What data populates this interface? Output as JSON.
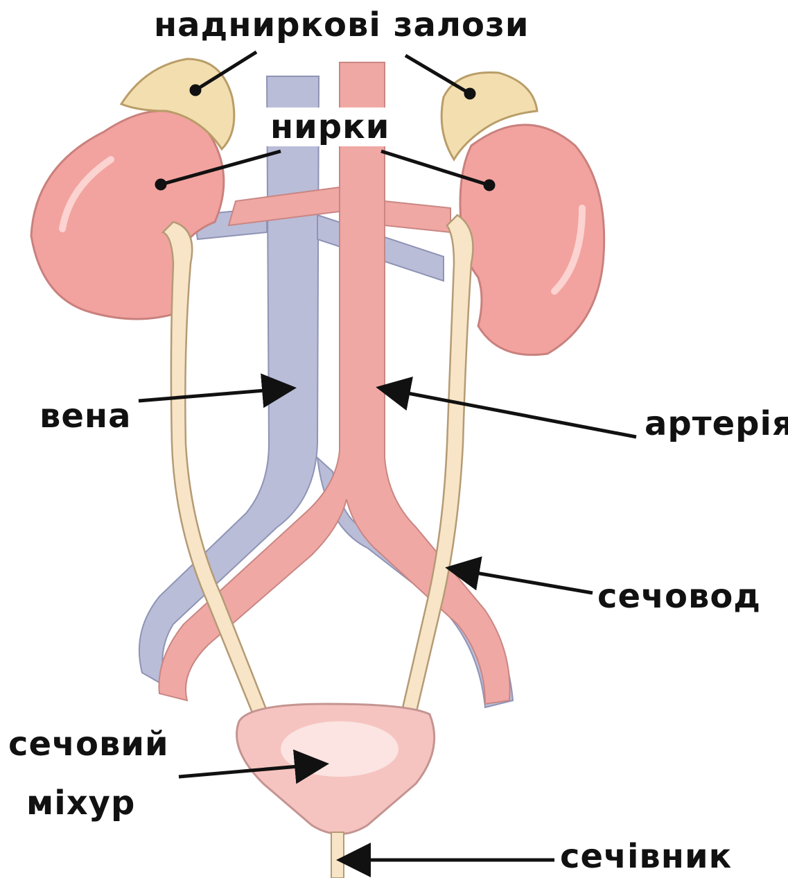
{
  "labels": {
    "adrenal_glands": "надниркові залози",
    "kidneys": "нирки",
    "vein": "вена",
    "artery": "артерія",
    "ureter": "сечовод",
    "bladder_line1": "сечовий",
    "bladder_line2": "міхур",
    "urethra": "сечівник"
  },
  "colors": {
    "kidney": "#f2a39f",
    "kidney_dark": "#d9827e",
    "adrenal": "#f3deb0",
    "vein": "#b9bdd8",
    "artery": "#f0a8a4",
    "ureter": "#f8e4c6",
    "bladder": "#f6c4c0",
    "label_line": "#111111"
  }
}
